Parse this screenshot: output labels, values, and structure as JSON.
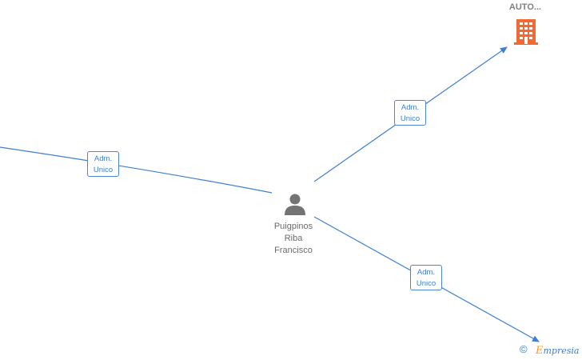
{
  "company": {
    "label": "AUTO..."
  },
  "person": {
    "name_lines": [
      "Puigpinos",
      "Riba",
      "Francisco"
    ]
  },
  "edges": [
    {
      "label_lines": [
        "Adm.",
        "Unico"
      ]
    },
    {
      "label_lines": [
        "Adm.",
        "Unico"
      ]
    },
    {
      "label_lines": [
        "Adm.",
        "Unico"
      ]
    }
  ],
  "footer": {
    "copyright": "©",
    "brand_first": "E",
    "brand_rest": "mpresia"
  },
  "colors": {
    "edge": "#3d7fd0",
    "company_icon": "#f26a33",
    "person_icon": "#737373",
    "text": "#6b6b6b"
  },
  "icons": {
    "company": "building-icon",
    "person": "person-icon"
  }
}
